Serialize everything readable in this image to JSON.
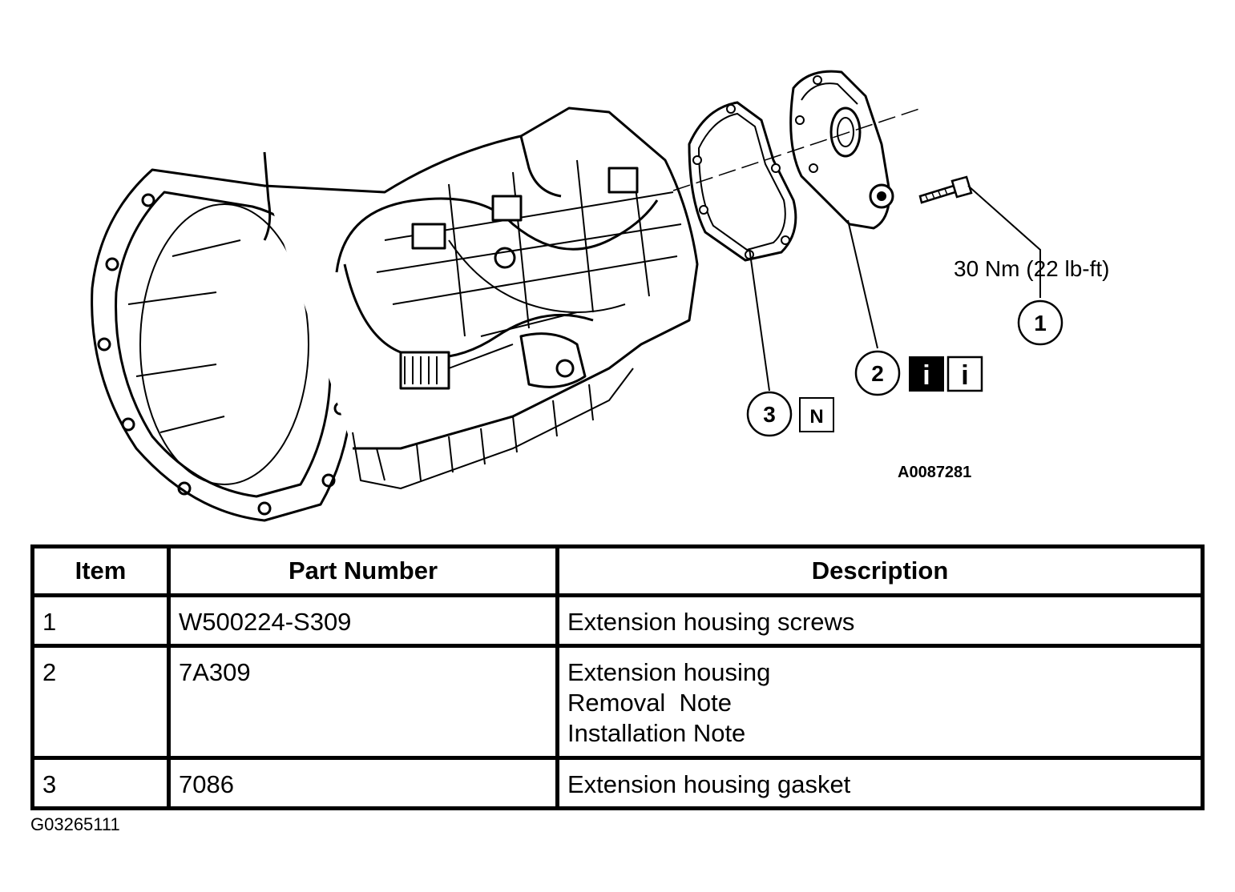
{
  "diagram": {
    "torque_label": "30 Nm (22 lb-ft)",
    "art_code": "A0087281",
    "callouts": [
      {
        "number": "1"
      },
      {
        "number": "2",
        "badges": [
          "i",
          "i"
        ]
      },
      {
        "number": "3",
        "badges": [
          "N"
        ]
      }
    ]
  },
  "table": {
    "headers": [
      "Item",
      "Part Number",
      "Description"
    ],
    "rows": [
      {
        "item": "1",
        "part_number": "W500224-S309",
        "description": [
          "Extension housing screws"
        ]
      },
      {
        "item": "2",
        "part_number": "7A309",
        "description": [
          "Extension housing",
          "Removal  Note",
          "Installation Note"
        ]
      },
      {
        "item": "3",
        "part_number": "7086",
        "description": [
          "Extension housing gasket"
        ]
      }
    ]
  },
  "figure_code": "G03265111"
}
